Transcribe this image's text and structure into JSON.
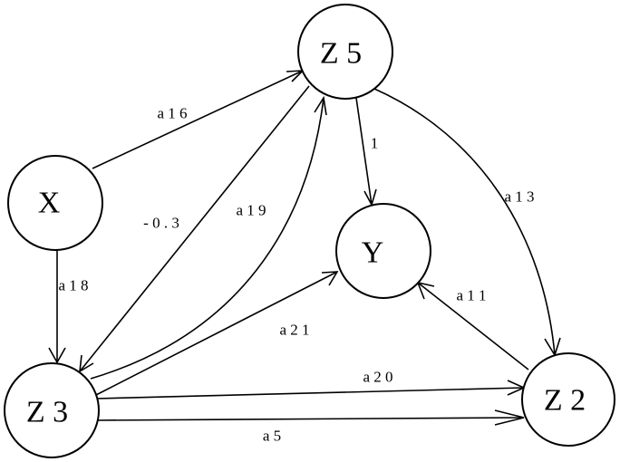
{
  "nodes": {
    "x": {
      "label": "X"
    },
    "z5": {
      "label": "Z 5"
    },
    "y": {
      "label": "Y"
    },
    "z3": {
      "label": "Z 3"
    },
    "z2": {
      "label": "Z 2"
    }
  },
  "edges": {
    "x_z5": {
      "label": "a 1 6"
    },
    "x_z3": {
      "label": "a 1 8"
    },
    "z5_z3": {
      "label": "- 0 . 3"
    },
    "z3_z5": {
      "label": "a 1 9"
    },
    "z5_y": {
      "label": "1"
    },
    "z5_z2": {
      "label": "a 1 3"
    },
    "z2_y": {
      "label": "a 1 1"
    },
    "z3_y": {
      "label": "a 2 1"
    },
    "z3_z2_top": {
      "label": "a 2 0"
    },
    "z3_z2_bottom": {
      "label": "a 5"
    }
  }
}
